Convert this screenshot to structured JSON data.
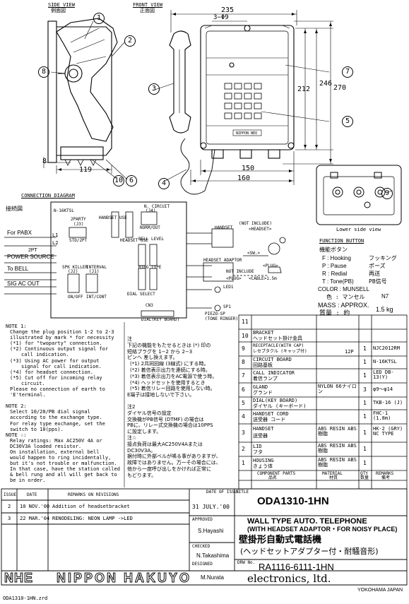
{
  "views": {
    "side_view": "SIDE VIEW",
    "side_view_jp": "側面図",
    "front_view": "FRONT VIEW",
    "front_view_jp": "正面図",
    "lower_side_view": "Lower side view"
  },
  "dimensions": {
    "d235": "235",
    "d3phi9": "3−Φ9",
    "d212": "212",
    "d246": "246",
    "d270": "270",
    "d150": "150",
    "d160": "160",
    "d119": "119",
    "d8": "8"
  },
  "callouts": [
    "1",
    "2",
    "3",
    "4",
    "5",
    "6",
    "7",
    "8",
    "9",
    "10"
  ],
  "panel_label": "NIPPON NEO",
  "connection": {
    "title": "CONNECTION DIAGRAM",
    "title_jp": "接続図",
    "board": "N-16KTSL",
    "for_pabx": "For PABX",
    "l1": "L1",
    "l2": "L2",
    "twopt": "2PT",
    "power_source": "POWER SOURCE",
    "to_bell": "To BELL",
    "sig_ac_out": "SIG AC OUT",
    "two_party": "2PARTY",
    "j3": "(J3)",
    "std_2pt": "STD/2PT",
    "spk_killer": "SPK KILLER",
    "j2": "(J2)",
    "on_off": "ON/OFF",
    "interval": "INTERVAL",
    "j1": "(J1)",
    "int_cont": "INT/CONT",
    "n_circuit": "N. CIRCUIT",
    "j4": "(J4)",
    "norm_out": "NORM/OUT",
    "handset_use": "HANDSET USE",
    "headset_use": "HEADSET USE",
    "headset_adaptor": "HEADSET ADAPTOR",
    "not_include_headset": "(NOT INCLUDE)",
    "headset_label": "<HEADSET>",
    "sw": "<SW.>",
    "plug_a": "<PLUG>",
    "not_include": "NOT INCLUDE",
    "plug_b": "<PLUG>",
    "cable": "<CABLE>1.5m",
    "handset": "HANDSET",
    "led1": "LED1",
    "sp1": "SP1",
    "piezo": "PIEZO-SP",
    "tone_ringer": "(TONE RINGER)",
    "dial_select": "DIAL SELECT",
    "cn3": "CN3",
    "dial_key_board": "DIAL(KEY BOARD)",
    "bell_level": "BELL LEVEL",
    "ring_type": "RING TYPE"
  },
  "function_button": {
    "title": "FUNCTION BUTTON",
    "title_jp": "機能ボタン",
    "items": [
      {
        "en": "F : Hooking",
        "jp": "フッキング"
      },
      {
        "en": "P : Pause",
        "jp": "ポーズ"
      },
      {
        "en": "R : Redial",
        "jp": "再送"
      },
      {
        "en": "T : Tone(PB)",
        "jp": "PB信号"
      }
    ]
  },
  "color": {
    "label": "COLOR : MUNSELL",
    "jp": "色 : マンセル",
    "value": "N7"
  },
  "mass": {
    "label": "MASS : APPROX.",
    "jp": "質量 : 約",
    "value": "1.5 kg"
  },
  "parts": [
    {
      "no": "11",
      "name": "",
      "jp": "",
      "mat": "",
      "qty": "",
      "rem": ""
    },
    {
      "no": "10",
      "name": "BRACKET",
      "jp": "ヘッドセット掛け金具",
      "mat": "",
      "qty": "",
      "rem": ""
    },
    {
      "no": "9",
      "name": "RECEPTACLE(WITH CAP)",
      "jp": "レセプタクル (キャップ付)",
      "mat": "12P",
      "qty": "1",
      "rem": "NJC2012RM"
    },
    {
      "no": "8",
      "name": "CIRCUIT BOARD",
      "jp": "回路基板",
      "mat": "",
      "qty": "1",
      "rem": "N-16KTSL"
    },
    {
      "no": "7",
      "name": "CALL INDICATOR",
      "jp": "着信ランプ",
      "mat": "",
      "qty": "1",
      "rem": "LED DB-13(Y)"
    },
    {
      "no": "6",
      "name": "GLAND",
      "jp": "グランド",
      "mat": "NYLON 66ナイロン",
      "qty": "3",
      "rem": "φ9〜φ14"
    },
    {
      "no": "5",
      "name": "DIAL(KEY BOARD)",
      "jp": "ダイヤル (キーボード)",
      "mat": "",
      "qty": "1",
      "rem": "TKB-16 (J)"
    },
    {
      "no": "4",
      "name": "HANDSET CORD",
      "jp": "送受器 コード",
      "mat": "",
      "qty": "1",
      "rem": "FHC-1 (1.8m)"
    },
    {
      "no": "3",
      "name": "HANDSET",
      "jp": "送受器",
      "mat": "ABS RESIN ABS樹脂",
      "qty": "1",
      "rem": "HK-2 (GRY) NC TYPE"
    },
    {
      "no": "2",
      "name": "LID",
      "jp": "フタ",
      "mat": "ABS RESIN ABS樹脂",
      "qty": "1",
      "rem": ""
    },
    {
      "no": "1",
      "name": "HOUSING",
      "jp": "きょう体",
      "mat": "ABS RESIN ABS樹脂",
      "qty": "1",
      "rem": ""
    }
  ],
  "parts_header": {
    "no": "",
    "name": "COMPONENT PARTS",
    "name_jp": "品名",
    "mat": "MATERIAL",
    "mat_jp": "材質",
    "qty": "QTY",
    "qty_jp": "数量",
    "rem": "REMARKS",
    "rem_jp": "備考"
  },
  "notes_en": [
    "NOTE 1:",
    "Change the plug position 1-2 to 2-3",
    "illustrated by mark * for necessity",
    "(*1) for \"twoparty\" connection.",
    "(*2) Continuous output signal for",
    "call indication.",
    "(*3) Using AC power for output",
    "signal for call indication.",
    "(*4) for headset connection.",
    "(*5) Cut off for incoming relay",
    "circuit.",
    "Please no connection of earth to",
    "'E'terminal.",
    "",
    "NOTE 2:",
    "Select 10/20/PB dial signal",
    "according to the exchange type.",
    "For relay type exchange, set the",
    "switch to 10(pps).",
    "NOTE ☆:",
    "Relay ratings: Max AC250V 4A or",
    "DC30V3A loaded resistor.",
    "On installation, external bell",
    "would happen to ring incidentally,",
    "but it's not trouble or malfunction.",
    "In that case, have the station called",
    "& bell rung and all will get back to",
    "be in order."
  ],
  "notes_jp": [
    "注",
    "下記の機能をもたせるときは (*) 印の",
    "短絡プラグを 1−2 から 2−3",
    "ピンへ 差し換えます。",
    "(*1) 2共同回線 (3線式) にする時。",
    "(*2) 着信表示出力を連続にする時。",
    "(*3) 着信表示出力をAC電源で使う時。",
    "(*4) ヘッドセットを使用するとき",
    "(*5) 着信リレー回路を使用しない時。",
    "E端子は接地しないで下さい。",
    "",
    "注2",
    "ダイヤル信号の設定",
    "交換機がPB信号 (DTMF) の場合は",
    "PBに、リレー式交換機の場合は10PPS",
    "に設定します。",
    "注☆",
    "接点負荷は最大AC250V4Aまたは",
    "DC30V3A。",
    "据付時に外部ベルが鳴る事がありますが、",
    "故障ではありません。万一その場合には、",
    "他から一度呼び出しをかければ正常に",
    "もどります。"
  ],
  "revisions": {
    "header": {
      "issue": "ISSUE",
      "date": "DATE",
      "remarks": "REMARKS ON REVISIONS"
    },
    "rows": [
      {
        "issue": "2",
        "date": "10 NOV.'00",
        "remarks": "Addition of headsetbracket"
      },
      {
        "issue": "3",
        "date": "22 MAR.'04",
        "remarks": "RENODELING: NEON LAMP ->LED"
      }
    ]
  },
  "title_block": {
    "date_of_issue_label": "DATE OF ISSUE",
    "date_of_issue": "31 JULY.'00",
    "title_label": "TITLE",
    "model": "ODA1310-1HN",
    "approved_label": "APPROVED",
    "approved": "S.Hayashi",
    "checked_label": "CHECKED",
    "checked": "N.Takashima",
    "designed_label": "DESIGNED",
    "designed": "M.Nurata",
    "title_en1": "WALL TYPE AUTO. TELEPHONE",
    "title_en2": "(WITH HEADSET ADAPTOR・FOR NOISY PLACE)",
    "title_jp1": "壁掛形自動式電話機",
    "title_jp2": "(ヘッドセットアダプター付・耐騒音形)",
    "drw_no_label": "DRW No.",
    "drw_no": "RA1116-6111-1HN"
  },
  "company": {
    "logo": "NHE",
    "name": "NIPPON HAKUYO",
    "suffix": "electronics, ltd.",
    "location": "YOKOHAMA JAPAN"
  },
  "filename": "ODA1310-1HN.zrd"
}
